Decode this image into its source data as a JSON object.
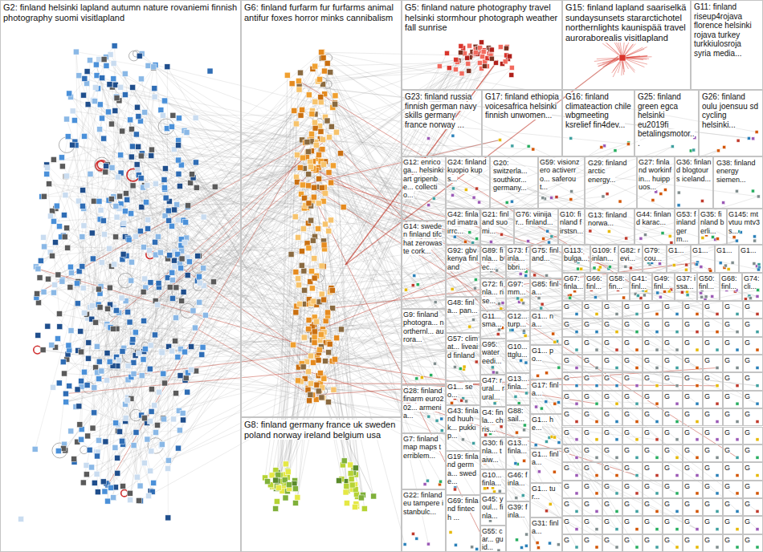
{
  "diagram": {
    "nodes": [
      {
        "text": [
          "G2: finland helsinki lapland autumn nature rovaniemi finnish photography suomi visitlapland"
        ]
      },
      {
        "text": [
          "G6: finland furfarm fur furfarms animal antifur foxes horror minks cannibalism"
        ]
      },
      {
        "text": [
          "G8: finland germany france uk sweden poland norway ireland belgium usa"
        ]
      },
      {
        "text": [
          "G5: finland nature photography travel helsinki stormhour photograph weather fall sunrise"
        ]
      },
      {
        "text": [
          "G15: finland lapland saariselkä sundaysunsets stararctichotel northernlights kaunispää travel auroraborealis visitlapland"
        ]
      },
      {
        "text": [
          "G11: finland riseup4rojava florence helsinki rojava turkey turkkiulosroja syria media..."
        ]
      },
      {
        "text": [
          "G23: finland russia finnish german navy skills germany france norway ..."
        ]
      },
      {
        "text": [
          "G17: finland ethiopia voicesafrica helsinki finnish unwomen..."
        ]
      },
      {
        "text": [
          "G16: finland climateaction chile wbgmeeting ksrelief fin4dev..."
        ]
      },
      {
        "text": [
          "G25: finland green egca helsinki eu2019fi betalingsmotor..."
        ]
      },
      {
        "text": [
          "G26: finland oulu joensuu sd cycling helsinki..."
        ]
      },
      {
        "text": [
          "G12: enricoga... helsinki art gripenbe... collectio..."
        ]
      },
      {
        "text": [
          "G24: finland kuopio kups..."
        ]
      },
      {
        "text": [
          "G20: switzerla... southkor... germany..."
        ]
      },
      {
        "text": [
          "G59: visionzero activerro... saferout..."
        ]
      },
      {
        "text": [
          "G29: finland arctic energy..."
        ]
      },
      {
        "text": [
          "G27: finland workinfin... huippuos..."
        ]
      },
      {
        "text": [
          "G36: finland blogtours iceland..."
        ]
      },
      {
        "text": [
          "G38: finland energy siemen..."
        ]
      },
      {
        "text": [
          "G42: finland imatra irrc..."
        ]
      },
      {
        "text": [
          "G21: finland suomi..."
        ]
      },
      {
        "text": [
          "G76: viinijar... finland..."
        ]
      },
      {
        "text": [
          "G10: finland firstsn..."
        ]
      },
      {
        "text": [
          "G13: finland norwa..."
        ]
      },
      {
        "text": [
          "G44: finland karac..."
        ]
      },
      {
        "text": [
          "G53: finland germ..."
        ]
      },
      {
        "text": [
          "G35: finland berli..."
        ]
      },
      {
        "text": [
          "G145: mtvtuu mtv3s..."
        ]
      },
      {
        "text": [
          "G14: sweden finland tifchat zerowaste cork..."
        ]
      },
      {
        "text": [
          "G92: gbv kenya finland"
        ]
      },
      {
        "text": [
          "G89: finla... bec..."
        ]
      },
      {
        "text": [
          "G73: finla... bbri..."
        ]
      },
      {
        "text": [
          "G75: finland..."
        ]
      },
      {
        "text": [
          "G113: bulga..."
        ]
      },
      {
        "text": [
          "G109: finlan..."
        ]
      },
      {
        "text": [
          "G82: revi..."
        ]
      },
      {
        "text": [
          "G79: cou..."
        ]
      },
      {
        "text": [
          "G1..."
        ]
      },
      {
        "text": [
          "G1..."
        ]
      },
      {
        "text": [
          "G1..."
        ]
      },
      {
        "text": [
          "G1..."
        ]
      },
      {
        "text": [
          "G72: finla... rise..."
        ]
      },
      {
        "text": [
          "G97: mm..."
        ]
      },
      {
        "text": [
          "G85: finla..."
        ]
      },
      {
        "text": [
          "G67: finla..."
        ]
      },
      {
        "text": [
          "G66: finl..."
        ]
      },
      {
        "text": [
          "G58: fin..."
        ]
      },
      {
        "text": [
          "G41: finl..."
        ]
      },
      {
        "text": [
          "G49: finl..."
        ]
      },
      {
        "text": [
          "G37: issa..."
        ]
      },
      {
        "text": [
          "G50: finl..."
        ]
      },
      {
        "text": [
          "G68: finl..."
        ]
      },
      {
        "text": [
          "G74: cli..."
        ]
      },
      {
        "text": [
          "G48: finla... pan..."
        ]
      },
      {
        "text": [
          "G9: finland photogra... northernl... aurora..."
        ]
      },
      {
        "text": [
          "G11... sma..."
        ]
      },
      {
        "text": [
          "G12... turp..."
        ]
      },
      {
        "text": [
          "G1... na..."
        ]
      },
      {
        "text": [
          "G57: climat... liveaid finland"
        ]
      },
      {
        "text": [
          "G95: water eedi..."
        ]
      },
      {
        "text": [
          "G10... ttglu..."
        ]
      },
      {
        "text": [
          "G1... po..."
        ]
      },
      {
        "text": [
          "G1... seo..."
        ]
      },
      {
        "text": [
          "G28: finland finarm euro202... armenia..."
        ]
      },
      {
        "text": [
          "G47: rural... rural..."
        ]
      },
      {
        "text": [
          "G13... finla..."
        ]
      },
      {
        "text": [
          "G17: finla..."
        ]
      },
      {
        "text": [
          "G43: finland huuhk... pukkip..."
        ]
      },
      {
        "text": [
          "G4: finla... chris..."
        ]
      },
      {
        "text": [
          "G88: sail..."
        ]
      },
      {
        "text": [
          "G1... he..."
        ]
      },
      {
        "text": [
          "G7: finland map maps terriblem..."
        ]
      },
      {
        "text": [
          "G30: finla... taiw..."
        ]
      },
      {
        "text": [
          "G13... finla..."
        ]
      },
      {
        "text": [
          "G19: finland germa... swede..."
        ]
      },
      {
        "text": [
          "G1... finla..."
        ]
      },
      {
        "text": [
          "G10... finla..."
        ]
      },
      {
        "text": [
          "G46: finla..."
        ]
      },
      {
        "text": [
          "G1... tur..."
        ]
      },
      {
        "text": [
          "G22: finland eu tampere istanbulc..."
        ]
      },
      {
        "text": [
          "G45: youl... finla..."
        ]
      },
      {
        "text": [
          "G69: finland fintech ..."
        ]
      },
      {
        "text": [
          "G39: finla..."
        ]
      },
      {
        "text": [
          "G31: finla..."
        ]
      },
      {
        "text": [
          "G55: car... guid..."
        ]
      },
      {
        "text": [
          "G"
        ]
      },
      {
        "text": [
          "G"
        ]
      },
      {
        "text": [
          "G"
        ]
      },
      {
        "text": [
          "G"
        ]
      },
      {
        "text": [
          "G"
        ]
      },
      {
        "text": [
          "G"
        ]
      },
      {
        "text": [
          "G"
        ]
      },
      {
        "text": [
          "G"
        ]
      },
      {
        "text": [
          "G"
        ]
      },
      {
        "text": [
          "G"
        ]
      },
      {
        "text": [
          "G"
        ]
      },
      {
        "text": [
          "G"
        ]
      },
      {
        "text": [
          "G"
        ]
      },
      {
        "text": [
          "G"
        ]
      },
      {
        "text": [
          "G"
        ]
      },
      {
        "text": [
          "G"
        ]
      },
      {
        "text": [
          "G"
        ]
      },
      {
        "text": [
          "G"
        ]
      },
      {
        "text": [
          "G"
        ]
      },
      {
        "text": [
          "G"
        ]
      },
      {
        "text": [
          "G"
        ]
      },
      {
        "text": [
          "G"
        ]
      },
      {
        "text": [
          "G"
        ]
      },
      {
        "text": [
          "G"
        ]
      },
      {
        "text": [
          "G"
        ]
      },
      {
        "text": [
          "G"
        ]
      },
      {
        "text": [
          "G"
        ]
      },
      {
        "text": [
          "G"
        ]
      },
      {
        "text": [
          "G"
        ]
      },
      {
        "text": [
          "G"
        ]
      },
      {
        "text": [
          "G"
        ]
      },
      {
        "text": [
          "G"
        ]
      },
      {
        "text": [
          "G"
        ]
      },
      {
        "text": [
          "G"
        ]
      },
      {
        "text": [
          "G"
        ]
      },
      {
        "text": [
          "G"
        ]
      },
      {
        "text": [
          "G"
        ]
      },
      {
        "text": [
          "G"
        ]
      },
      {
        "text": [
          "G"
        ]
      },
      {
        "text": [
          "G"
        ]
      },
      {
        "text": [
          "G"
        ]
      },
      {
        "text": [
          "G"
        ]
      },
      {
        "text": [
          "G"
        ]
      },
      {
        "text": [
          "G"
        ]
      },
      {
        "text": [
          "G"
        ]
      },
      {
        "text": [
          "G"
        ]
      },
      {
        "text": [
          "G"
        ]
      },
      {
        "text": [
          "G"
        ]
      },
      {
        "text": [
          "G"
        ]
      },
      {
        "text": [
          "G"
        ]
      },
      {
        "text": [
          "G"
        ]
      },
      {
        "text": [
          "G"
        ]
      },
      {
        "text": [
          "G"
        ]
      },
      {
        "text": [
          "G"
        ]
      },
      {
        "text": [
          "G"
        ]
      },
      {
        "text": [
          "G"
        ]
      },
      {
        "text": [
          "G"
        ]
      },
      {
        "text": [
          "G"
        ]
      },
      {
        "text": [
          "G"
        ]
      },
      {
        "text": [
          "G"
        ]
      },
      {
        "text": [
          "G"
        ]
      },
      {
        "text": [
          "G"
        ]
      },
      {
        "text": [
          "G"
        ]
      },
      {
        "text": [
          "G"
        ]
      },
      {
        "text": [
          "G"
        ]
      },
      {
        "text": [
          "G"
        ]
      },
      {
        "text": [
          "G"
        ]
      },
      {
        "text": [
          "G"
        ]
      },
      {
        "text": [
          "G"
        ]
      },
      {
        "text": [
          "G"
        ]
      },
      {
        "text": [
          "G"
        ]
      },
      {
        "text": [
          "G"
        ]
      },
      {
        "text": [
          "G"
        ]
      },
      {
        "text": [
          "G"
        ]
      },
      {
        "text": [
          "G"
        ]
      },
      {
        "text": [
          "G"
        ]
      },
      {
        "text": [
          "G"
        ]
      },
      {
        "text": [
          "G"
        ]
      },
      {
        "text": [
          "G"
        ]
      },
      {
        "text": [
          "G"
        ]
      },
      {
        "text": [
          "G"
        ]
      },
      {
        "text": [
          "G"
        ]
      },
      {
        "text": [
          "G"
        ]
      },
      {
        "text": [
          "G"
        ]
      },
      {
        "text": [
          "G"
        ]
      },
      {
        "text": [
          "G"
        ]
      },
      {
        "text": [
          "G"
        ]
      },
      {
        "text": [
          "G"
        ]
      },
      {
        "text": [
          "G"
        ]
      },
      {
        "text": [
          "G"
        ]
      },
      {
        "text": [
          "G"
        ]
      },
      {
        "text": [
          "G"
        ]
      },
      {
        "text": [
          "G"
        ]
      },
      {
        "text": [
          "G"
        ]
      },
      {
        "text": [
          "G"
        ]
      },
      {
        "text": [
          "G"
        ]
      },
      {
        "text": [
          "G"
        ]
      },
      {
        "text": [
          "G"
        ]
      },
      {
        "text": [
          "G"
        ]
      },
      {
        "text": [
          "G"
        ]
      },
      {
        "text": [
          "G"
        ]
      },
      {
        "text": [
          "G"
        ]
      },
      {
        "text": [
          "G"
        ]
      },
      {
        "text": [
          "G"
        ]
      },
      {
        "text": [
          "G"
        ]
      },
      {
        "text": [
          "G"
        ]
      },
      {
        "text": [
          "G"
        ]
      },
      {
        "text": [
          "G"
        ]
      },
      {
        "text": [
          "G"
        ]
      },
      {
        "text": [
          "G"
        ]
      },
      {
        "text": [
          "G"
        ]
      },
      {
        "text": [
          "G"
        ]
      },
      {
        "text": [
          "G"
        ]
      },
      {
        "text": [
          "G"
        ]
      },
      {
        "text": [
          "G"
        ]
      },
      {
        "text": [
          "G"
        ]
      },
      {
        "text": [
          "G"
        ]
      },
      {
        "text": [
          "G"
        ]
      },
      {
        "text": [
          "G"
        ]
      },
      {
        "text": [
          "G"
        ]
      },
      {
        "text": [
          "G"
        ]
      },
      {
        "text": [
          "G"
        ]
      },
      {
        "text": [
          "G"
        ]
      },
      {
        "text": [
          "G"
        ]
      },
      {
        "text": [
          "G"
        ]
      },
      {
        "text": [
          "G"
        ]
      },
      {
        "text": [
          "G"
        ]
      },
      {
        "text": [
          "G"
        ]
      },
      {
        "text": [
          "G"
        ]
      },
      {
        "text": [
          "G"
        ]
      },
      {
        "text": [
          "G"
        ]
      },
      {
        "text": [
          "G"
        ]
      },
      {
        "text": [
          "G"
        ]
      },
      {
        "text": [
          "G"
        ]
      },
      {
        "text": [
          "G"
        ]
      },
      {
        "text": [
          "G"
        ]
      },
      {
        "text": [
          "G"
        ]
      },
      {
        "text": [
          "G"
        ]
      },
      {
        "text": [
          "G"
        ]
      },
      {
        "text": [
          "G"
        ]
      }
    ]
  }
}
